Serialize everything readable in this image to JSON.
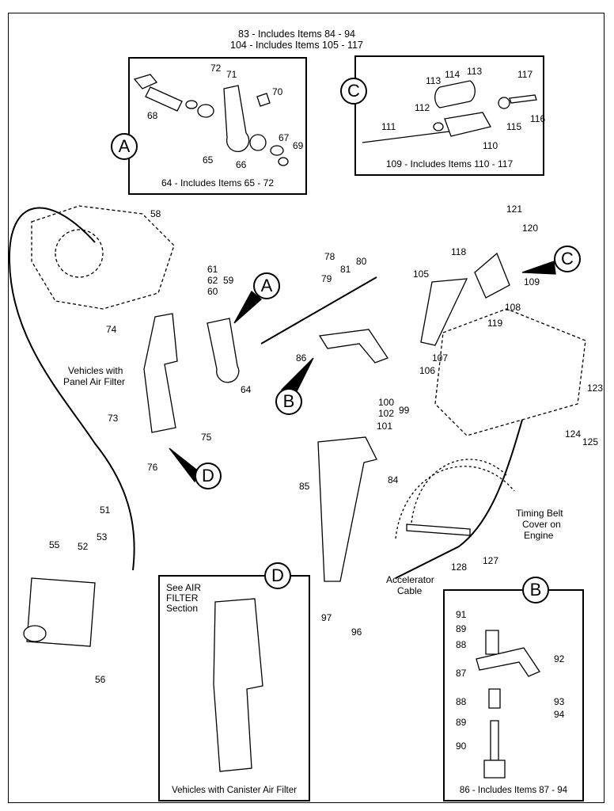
{
  "header": {
    "line1": "83 - Includes Items 84 - 94",
    "line2": "104 - Includes Items 105 - 117"
  },
  "detail_boxes": {
    "A": {
      "letter": "A",
      "caption": "64 - Includes Items 65 - 72"
    },
    "C": {
      "letter": "C",
      "caption": "109 - Includes Items 110 - 117"
    },
    "D": {
      "letter": "D",
      "caption": "Vehicles with Canister Air Filter",
      "note": [
        "See AIR",
        "FILTER",
        "Section"
      ]
    },
    "B": {
      "letter": "B",
      "caption": "86 - Includes Items 87 - 94"
    }
  },
  "main_callouts": {
    "A": "A",
    "B": "B",
    "C": "C",
    "D": "D"
  },
  "notes": {
    "panel_filter": [
      "Vehicles with",
      "Panel Air Filter"
    ],
    "timing_belt": [
      "Timing Belt",
      "Cover on",
      "Engine"
    ],
    "accel_cable": [
      "Accelerator",
      "Cable"
    ]
  },
  "part_labels": {
    "p72": "72",
    "p71": "71",
    "p70": "70",
    "p68": "68",
    "p65": "65",
    "p66": "66",
    "p67": "67",
    "p69": "69",
    "p117": "117",
    "p113a": "113",
    "p114": "114",
    "p113b": "113",
    "p112": "112",
    "p116": "116",
    "p115": "115",
    "p111": "111",
    "p110": "110",
    "p58": "58",
    "p61": "61",
    "p62": "62",
    "p60": "60",
    "p59": "59",
    "p74": "74",
    "p64": "64",
    "p73": "73",
    "p75": "75",
    "p76": "76",
    "p51": "51",
    "p55": "55",
    "p52": "52",
    "p53": "53",
    "p56": "56",
    "p78": "78",
    "p80": "80",
    "p81": "81",
    "p79": "79",
    "p86": "86",
    "p121": "121",
    "p120": "120",
    "p118": "118",
    "p105": "105",
    "p109": "109",
    "p108": "108",
    "p119": "119",
    "p107": "107",
    "p106": "106",
    "p123": "123",
    "p124": "124",
    "p125": "125",
    "p100": "100",
    "p102": "102",
    "p99": "99",
    "p101": "101",
    "p85": "85",
    "p84": "84",
    "p97": "97",
    "p96": "96",
    "p127": "127",
    "p128": "128",
    "p91": "91",
    "p89a": "89",
    "p88a": "88",
    "p92": "92",
    "p87": "87",
    "p88b": "88",
    "p93": "93",
    "p89b": "89",
    "p94": "94",
    "p90": "90"
  }
}
